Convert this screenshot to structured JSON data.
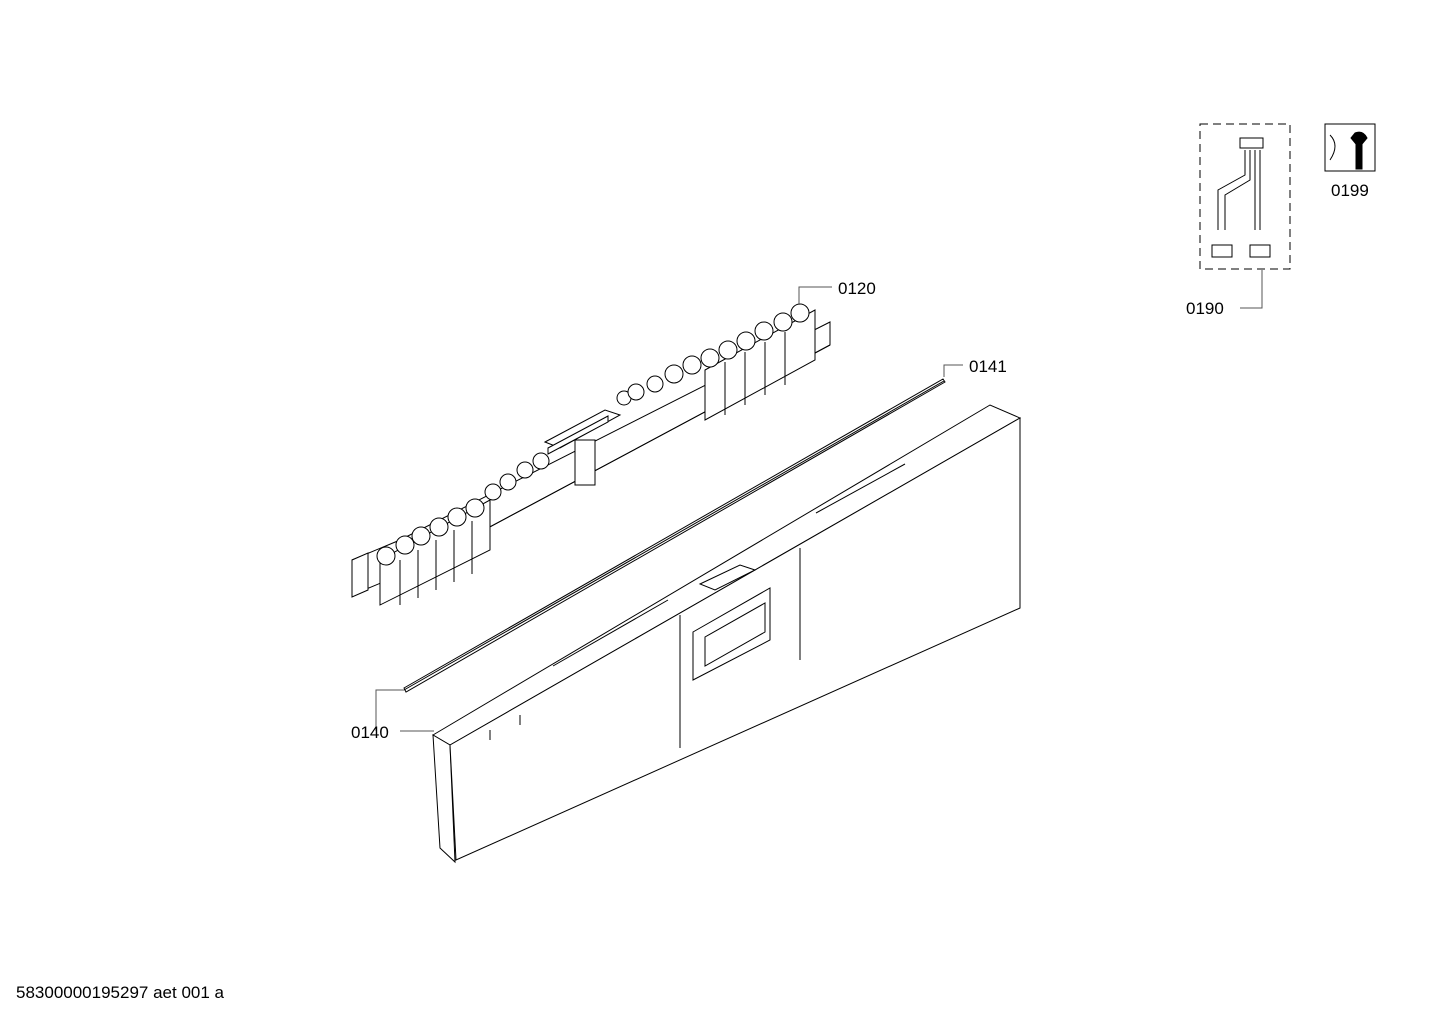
{
  "diagram": {
    "type": "exploded-parts-diagram",
    "callouts": [
      {
        "id": "0120",
        "label": "0120",
        "part": "control-module-button-strip"
      },
      {
        "id": "0141",
        "label": "0141",
        "part": "seal-strip"
      },
      {
        "id": "0140",
        "label": "0140",
        "part": "control-panel-fascia"
      },
      {
        "id": "0190",
        "label": "0190",
        "part": "cable-harness"
      },
      {
        "id": "0199",
        "label": "0199",
        "part": "fixing-kit"
      }
    ],
    "footer_code": "58300000195297 aet 001 a"
  },
  "colors": {
    "line": "#000000",
    "leader": "#555555",
    "background": "#ffffff"
  }
}
